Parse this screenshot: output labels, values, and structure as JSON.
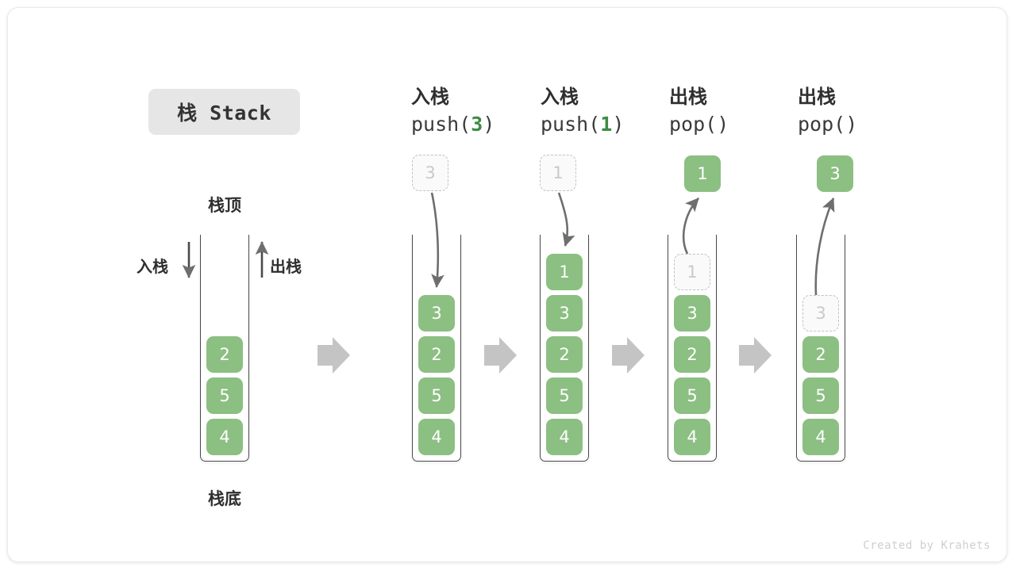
{
  "title": {
    "text": "栈 Stack"
  },
  "footer": {
    "credit": "Created by Krahets"
  },
  "labels": {
    "top": "栈顶",
    "bottom": "栈底",
    "push": "入栈",
    "pop": "出栈"
  },
  "colors": {
    "element_fill": "#8cbf82",
    "element_text": "#ffffff",
    "ghost_fill": "#fafafa",
    "ghost_text": "#c9c9c9",
    "ghost_border": "#c2c2c2",
    "container_border": "#4a4a4a",
    "transition_arrow": "#c4c4c4",
    "motion_arrow": "#6e6e6e",
    "code_accent": "#3c8c42",
    "badge_bg": "#e6e6e6"
  },
  "columns": [
    {
      "id": "initial",
      "op_cn": "",
      "op_code": "",
      "op_arg": "",
      "floating": null,
      "stack": [
        "2",
        "5",
        "4"
      ]
    },
    {
      "id": "push-3",
      "op_cn": "入栈",
      "op_code_prefix": "push(",
      "op_arg": "3",
      "op_code_suffix": ")",
      "floating": {
        "value": "3",
        "style": "ghost"
      },
      "stack": [
        "3",
        "2",
        "5",
        "4"
      ]
    },
    {
      "id": "push-1",
      "op_cn": "入栈",
      "op_code_prefix": "push(",
      "op_arg": "1",
      "op_code_suffix": ")",
      "floating": {
        "value": "1",
        "style": "ghost"
      },
      "stack": [
        "1",
        "3",
        "2",
        "5",
        "4"
      ]
    },
    {
      "id": "pop-1",
      "op_cn": "出栈",
      "op_code_prefix": "pop(",
      "op_arg": "",
      "op_code_suffix": ")",
      "floating": {
        "value": "1",
        "style": "solid"
      },
      "stack": [
        "1",
        "3",
        "2",
        "5",
        "4"
      ],
      "ghost_index": 0
    },
    {
      "id": "pop-3",
      "op_cn": "出栈",
      "op_code_prefix": "pop(",
      "op_arg": "",
      "op_code_suffix": ")",
      "floating": {
        "value": "3",
        "style": "solid"
      },
      "stack": [
        "3",
        "2",
        "5",
        "4"
      ],
      "ghost_index": 0
    }
  ],
  "transitions": [
    "arrow",
    "arrow",
    "arrow",
    "arrow"
  ]
}
